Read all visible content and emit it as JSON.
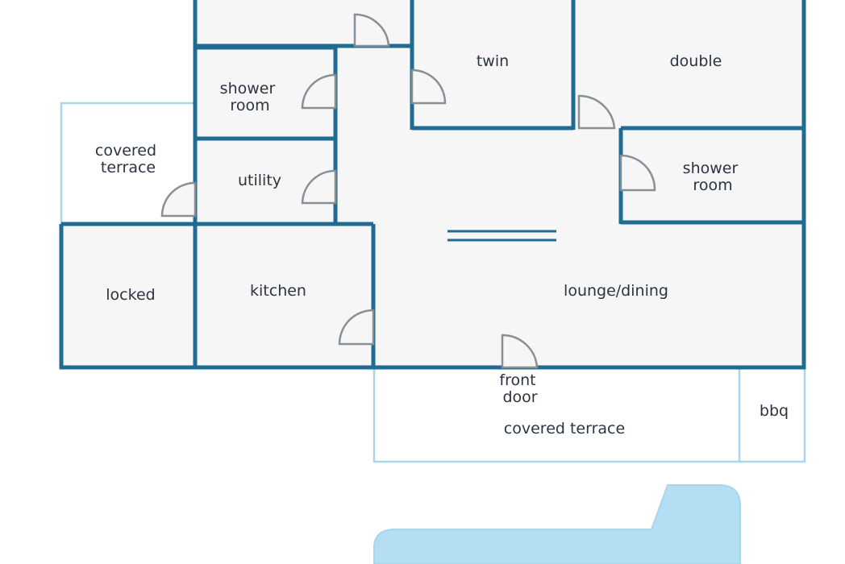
{
  "rooms": {
    "twin": "twin",
    "double": "double",
    "shower_room_left": [
      "shower",
      "room"
    ],
    "shower_room_right": [
      "shower",
      "room"
    ],
    "covered_terrace_left": [
      "covered",
      "terrace"
    ],
    "utility": "utility",
    "locked": "locked",
    "kitchen": "kitchen",
    "lounge_dining": "lounge/dining",
    "front_door": [
      "front",
      "door"
    ],
    "covered_terrace_bottom": "covered terrace",
    "bbq": "bbq"
  },
  "colors": {
    "wall": "#1f6b93",
    "outdoor_outline": "#a9d6ea",
    "pool": "#b3def3",
    "floor": "#f6f6f6",
    "door_arc": "#8a8f94"
  }
}
